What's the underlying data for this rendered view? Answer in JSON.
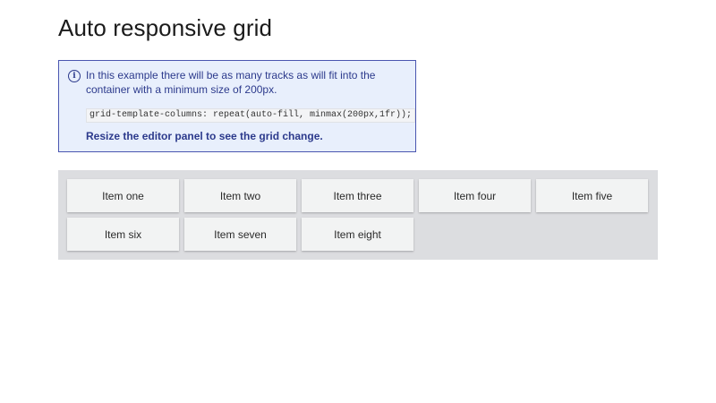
{
  "page": {
    "title": "Auto responsive grid"
  },
  "callout": {
    "icon": "info-icon",
    "glyph": "i",
    "text": "In this example there will be as many tracks as will fit into the container with a minimum size of 200px.",
    "code": "grid-template-columns: repeat(auto-fill, minmax(200px,1fr));",
    "strong": "Resize the editor panel to see the grid change."
  },
  "grid": {
    "items": [
      {
        "label": "Item one"
      },
      {
        "label": "Item two"
      },
      {
        "label": "Item three"
      },
      {
        "label": "Item four"
      },
      {
        "label": "Item five"
      },
      {
        "label": "Item six"
      },
      {
        "label": "Item seven"
      },
      {
        "label": "Item eight"
      }
    ]
  },
  "colors": {
    "callout_bg": "#e8effc",
    "callout_border": "#4a56b0",
    "callout_text": "#2c3a8c",
    "grid_bg": "#dcdde0",
    "item_bg": "#f2f3f3"
  }
}
